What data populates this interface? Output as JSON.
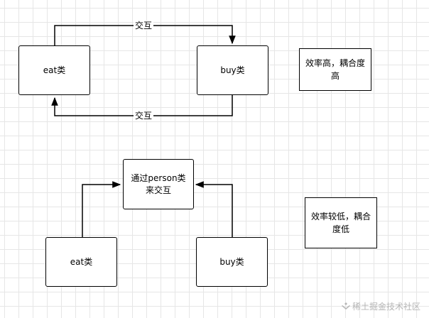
{
  "top": {
    "eat_label": "eat类",
    "buy_label": "buy类",
    "edge_top_label": "交互",
    "edge_bottom_label": "交互",
    "note": "效率高，耦合度高"
  },
  "bottom": {
    "person_label": "通过person类来交互",
    "eat_label": "eat类",
    "buy_label": "buy类",
    "note": "效率较低，耦合度低"
  },
  "watermark": "稀土掘金技术社区",
  "colors": {
    "line": "#000000",
    "grid": "#e6e6e6",
    "watermark": "#b5b5b5"
  }
}
